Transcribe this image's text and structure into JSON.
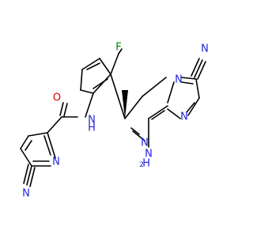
{
  "molecule": {
    "atoms": {
      "n_cn_top": "N",
      "f": "F",
      "o": "O",
      "n_amide": "N",
      "h_amide": "H",
      "n_ring_imid": "N",
      "n_ring_bridge": "N",
      "n_ring_pyrazine": "N",
      "n_pyridine": "N",
      "nh2_n": "N",
      "nh2_h": "H",
      "nh2_sub": "2",
      "n_cn_left": "N"
    },
    "colors": {
      "carbon": "#000000",
      "nitrogen": "#2222dd",
      "oxygen": "#dd0000",
      "fluorine": "#008800"
    }
  }
}
